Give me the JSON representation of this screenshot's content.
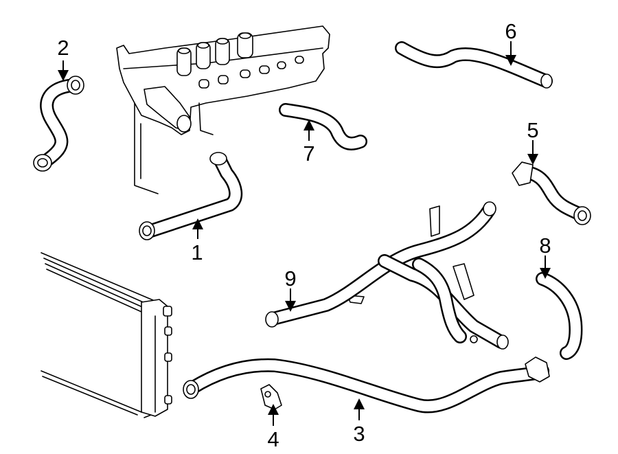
{
  "diagram": {
    "callouts": [
      {
        "id": "1",
        "label": "1"
      },
      {
        "id": "2",
        "label": "2"
      },
      {
        "id": "3",
        "label": "3"
      },
      {
        "id": "4",
        "label": "4"
      },
      {
        "id": "5",
        "label": "5"
      },
      {
        "id": "6",
        "label": "6"
      },
      {
        "id": "7",
        "label": "7"
      },
      {
        "id": "8",
        "label": "8"
      },
      {
        "id": "9",
        "label": "9"
      }
    ]
  },
  "colors": {
    "line": "#000000",
    "background": "#ffffff"
  }
}
